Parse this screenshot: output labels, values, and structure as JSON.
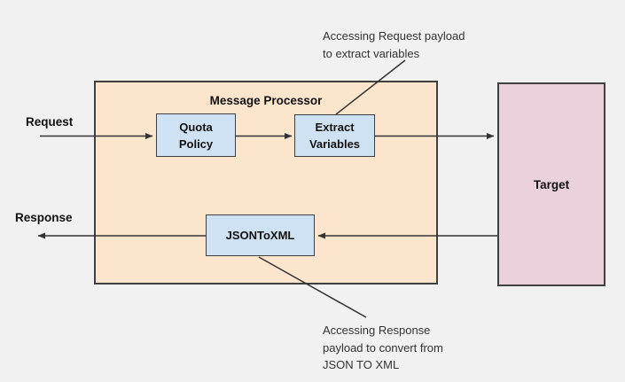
{
  "colors": {
    "background": "#F1F1F1",
    "processor-fill": "#FCE5CD",
    "policy-fill": "#CFE2F3",
    "target-fill": "#EAD1DC",
    "box-border": "#404040",
    "line": "#333333",
    "text": "#111111",
    "annotation-text": "#333333"
  },
  "diagram": {
    "request_label": "Request",
    "response_label": "Response",
    "processor": {
      "title": "Message Processor",
      "quota_policy_label": "Quota\nPolicy",
      "extract_variables_label": "Extract\nVariables",
      "json_to_xml_label": "JSONToXML"
    },
    "target_label": "Target",
    "annotations": {
      "top": "Accessing Request payload\nto extract variables",
      "bottom": "Accessing Response\npayload to convert from\nJSON TO XML"
    }
  }
}
